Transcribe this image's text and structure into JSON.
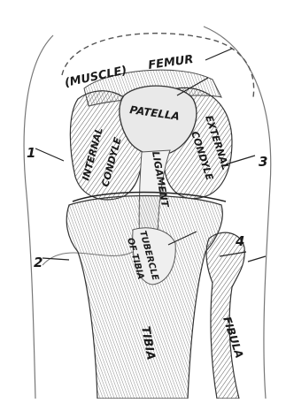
{
  "labels": {
    "muscle": "(MUSCLE)",
    "femur": "FEMUR",
    "patella": "PATELLA",
    "internal_condyle_line1": "INTERNAL",
    "internal_condyle_line2": "CONDYLE",
    "external_condyle_line1": "EXTERNAL",
    "external_condyle_line2": "CONDYLE",
    "ligament": "LIGAMENT",
    "tubercle_line1": "TUBERCLE",
    "tubercle_line2": "OF TIBIA",
    "tibia": "TIBIA",
    "fibula": "FIBULA"
  },
  "markers": {
    "m1": "1",
    "m2": "2",
    "m3": "3",
    "m4": "4"
  },
  "colors": {
    "ink": "#1a1a1a",
    "bone_shade": "#6e6e6e",
    "bone_light": "#d9d9d9"
  }
}
